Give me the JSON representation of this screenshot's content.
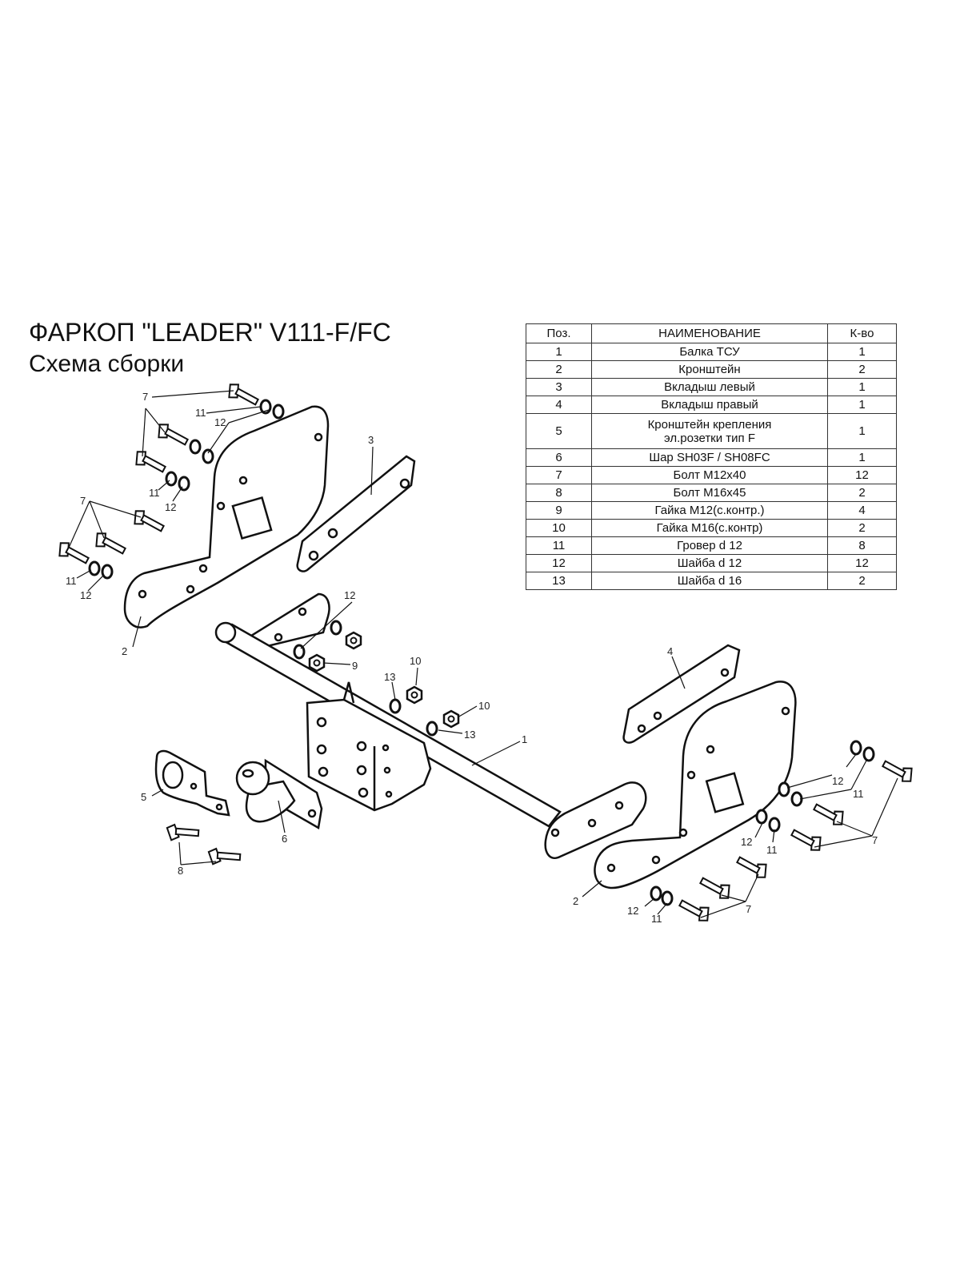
{
  "title": "ФАРКОП \"LEADER\" V111-F/FC",
  "subtitle": "Схема сборки",
  "table": {
    "headers": [
      "Поз.",
      "НАИМЕНОВАНИЕ",
      "К-во"
    ],
    "rows": [
      {
        "pos": "1",
        "name": "Балка ТСУ",
        "qty": "1"
      },
      {
        "pos": "2",
        "name": "Кронштейн",
        "qty": "2"
      },
      {
        "pos": "3",
        "name": "Вкладыш левый",
        "qty": "1"
      },
      {
        "pos": "4",
        "name": "Вкладыш правый",
        "qty": "1"
      },
      {
        "pos": "5",
        "name": "Кронштейн крепления эл.розетки тип F",
        "qty": "1"
      },
      {
        "pos": "6",
        "name": "Шар SH03F / SH08FC",
        "qty": "1"
      },
      {
        "pos": "7",
        "name": "Болт М12x40",
        "qty": "12"
      },
      {
        "pos": "8",
        "name": "Болт М16x45",
        "qty": "2"
      },
      {
        "pos": "9",
        "name": "Гайка М12(с.контр.)",
        "qty": "4"
      },
      {
        "pos": "10",
        "name": "Гайка  М16(с.контр)",
        "qty": "2"
      },
      {
        "pos": "11",
        "name": "Гровер d 12",
        "qty": "8"
      },
      {
        "pos": "12",
        "name": "Шайба d 12",
        "qty": "12"
      },
      {
        "pos": "13",
        "name": "Шайба d 16",
        "qty": "2"
      }
    ]
  },
  "callouts": [
    "1",
    "2",
    "3",
    "4",
    "5",
    "6",
    "7",
    "8",
    "9",
    "10",
    "11",
    "12",
    "13"
  ]
}
